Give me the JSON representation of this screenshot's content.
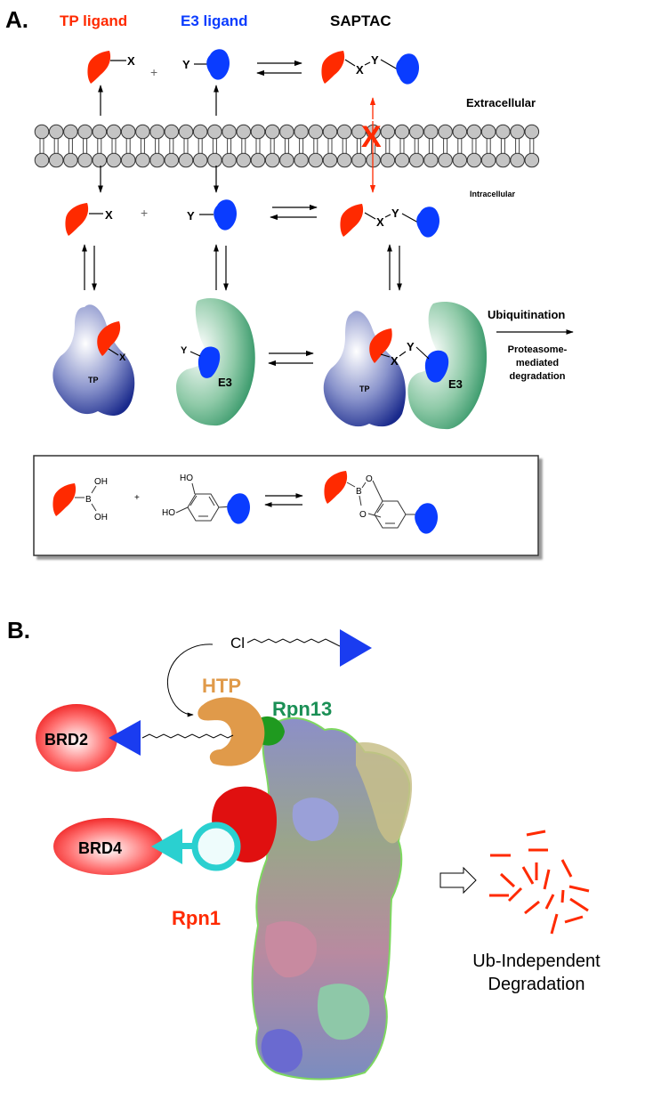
{
  "panel_a": {
    "label": "A.",
    "headers": {
      "tp_ligand": "TP ligand",
      "e3_ligand": "E3 ligand",
      "saptac": "SAPTAC"
    },
    "colors": {
      "tp_ligand": "#ff2a00",
      "e3_ligand": "#0a3cff",
      "tp_protein": "#1a2a8c",
      "e3_protein": "#2a8a5a",
      "block": "#ff2a00"
    },
    "symbols": {
      "x": "X",
      "y": "Y",
      "plus": "+"
    },
    "compartments": {
      "extracellular": "Extracellular",
      "intracellular": "Intracellular"
    },
    "proteins": {
      "tp": "TP",
      "e3": "E3"
    },
    "outcome": {
      "ubiquitination": "Ubiquitination",
      "degradation_lines": [
        "Proteasome-",
        "mediated",
        "degradation"
      ]
    },
    "block_mark": "X",
    "chemistry_box": {
      "boronic_acid": {
        "boron": "B",
        "oh_top": "OH",
        "oh_bottom": "OH"
      },
      "catechol": {
        "ho_top": "HO",
        "ho_left": "HO"
      },
      "plus": "+",
      "boronate_ester": {
        "boron": "B",
        "o_top": "O",
        "o_bottom": "O"
      }
    }
  },
  "panel_b": {
    "label": "B.",
    "chloro": "Cl",
    "htp": "HTP",
    "rpn13": "Rpn13",
    "rpn1": "Rpn1",
    "brd2": "BRD2",
    "brd4": "BRD4",
    "outcome_lines": [
      "Ub-Independent",
      "Degradation"
    ],
    "colors": {
      "htp": "#e09a4a",
      "rpn13": "#1a8f55",
      "rpn1": "#ff2a00",
      "brd": "#ff3333",
      "ligand_triangle": "#1a3cf0",
      "cyan": "#2ad0d0",
      "fragments": "#ff2a00"
    }
  }
}
